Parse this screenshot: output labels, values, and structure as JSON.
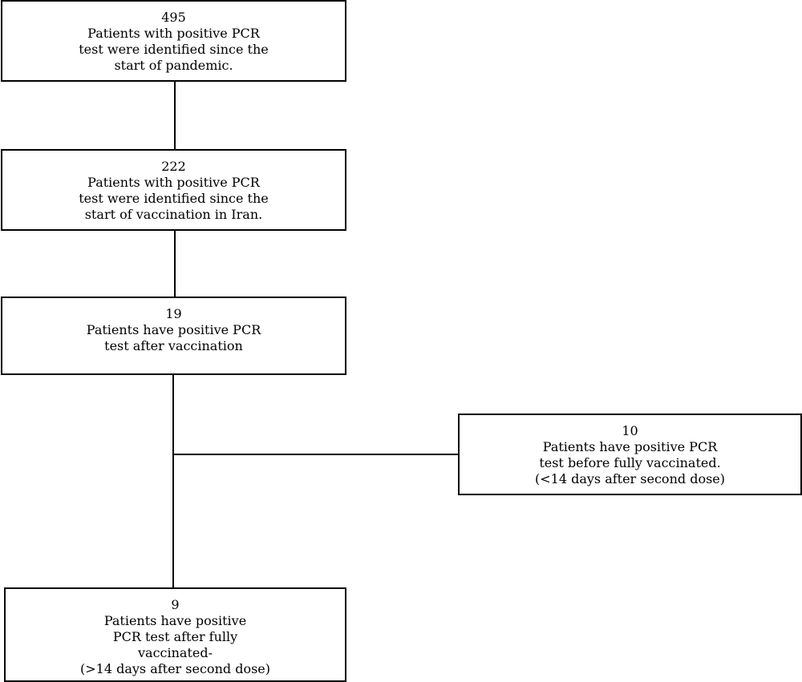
{
  "boxes": [
    {
      "count": "495",
      "lines": [
        "Patients with positive PCR",
        "test were identified since the",
        "start of pandemic."
      ]
    },
    {
      "count": "222",
      "lines": [
        "Patients with positive PCR",
        "test were identified since the",
        "start of vaccination in Iran."
      ]
    },
    {
      "count": "19",
      "lines": [
        "Patients have positive PCR",
        "test after vaccination"
      ]
    },
    {
      "count": "10",
      "lines": [
        "Patients have positive PCR",
        "test before fully vaccinated.",
        "(<14 days after second dose)"
      ]
    },
    {
      "count": "9",
      "lines": [
        "Patients have positive",
        "PCR test after fully",
        "vaccinated-",
        "(>14 days after second dose)"
      ]
    }
  ]
}
